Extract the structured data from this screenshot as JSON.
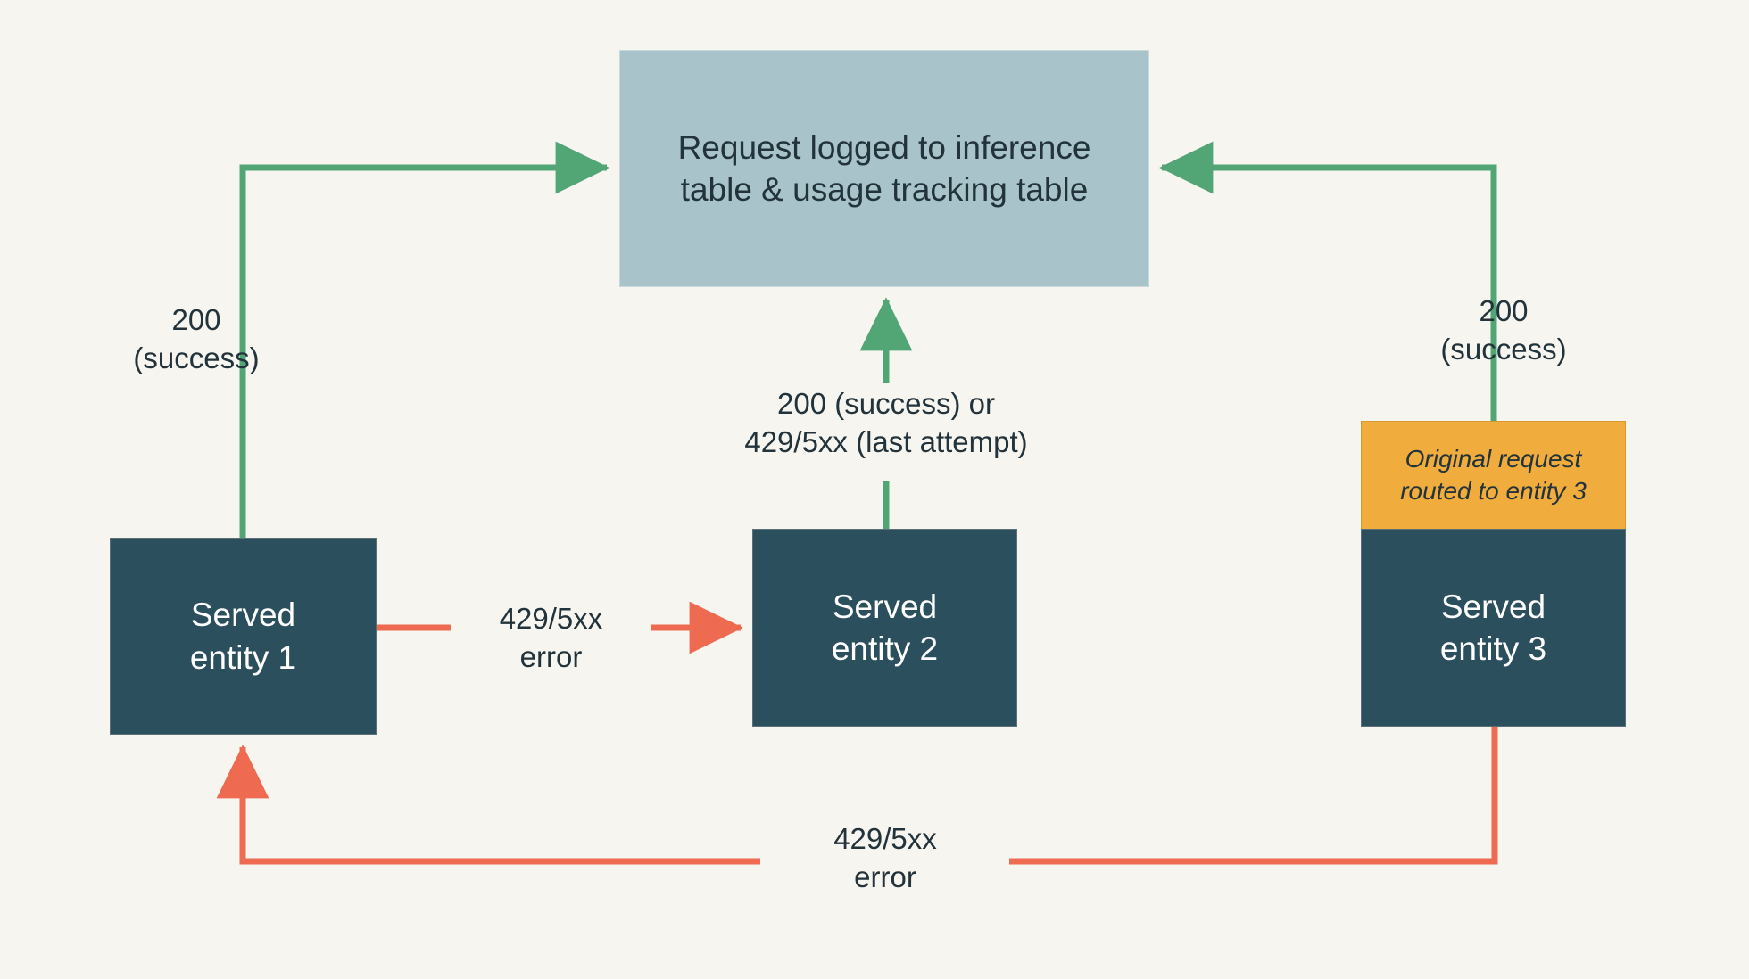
{
  "diagram": {
    "title": "Request routing and fallback flow",
    "background_color": "#f7f5f0",
    "colors": {
      "success_green": "#52a575",
      "error_red": "#ee6b52",
      "note_orange": "#f0ac3c",
      "log_box_blue": "#a8c3c9",
      "entity_dark_teal": "#2c4f5e",
      "text_dark": "#22333b",
      "text_light": "#ffffff"
    }
  },
  "nodes": {
    "log_box": {
      "label": "Request logged to inference table & usage tracking table",
      "line1": "Request logged to inference",
      "line2": "table & usage tracking table"
    },
    "entity1": {
      "label": "Served entity 1",
      "line1": "Served",
      "line2": "entity 1"
    },
    "entity2": {
      "label": "Served entity 2",
      "line1": "Served",
      "line2": "entity 2"
    },
    "entity3": {
      "label": "Served entity 3",
      "line1": "Served",
      "line2": "entity 3"
    },
    "note": {
      "label": "Original request routed to entity 3",
      "line1": "Original request",
      "line2": "routed to entity 3"
    }
  },
  "edge_labels": {
    "entity1_success": "200\n(success)",
    "entity3_success": "200\n(success)",
    "entity2_outcome": "200 (success) or\n429/5xx (last attempt)",
    "entity1_to_entity2_error": "429/5xx\nerror",
    "entity3_to_entity1_error": "429/5xx\nerror"
  },
  "edges": [
    {
      "name": "entity1-to-log",
      "from": "entity1",
      "to": "log_box",
      "color": "#52a575",
      "label": "200 (success)"
    },
    {
      "name": "entity3-to-log",
      "from": "entity3",
      "to": "log_box",
      "color": "#52a575",
      "label": "200 (success)"
    },
    {
      "name": "entity2-to-log",
      "from": "entity2",
      "to": "log_box",
      "color": "#52a575",
      "label": "200 (success) or 429/5xx (last attempt)"
    },
    {
      "name": "entity1-to-entity2",
      "from": "entity1",
      "to": "entity2",
      "color": "#ee6b52",
      "label": "429/5xx error"
    },
    {
      "name": "entity3-to-entity1",
      "from": "entity3",
      "to": "entity1",
      "color": "#ee6b52",
      "label": "429/5xx error"
    }
  ]
}
